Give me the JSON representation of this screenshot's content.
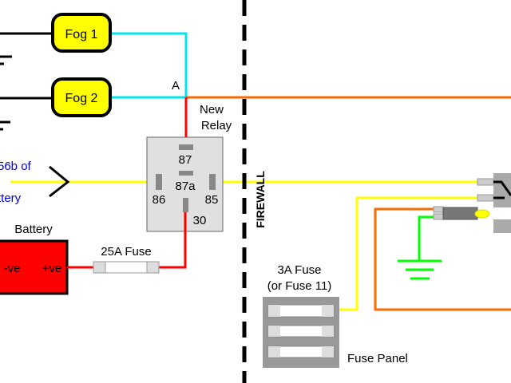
{
  "fog_lights": {
    "fog1": "Fog 1",
    "fog2": "Fog 2"
  },
  "junction_label": "A",
  "relay": {
    "title_line1": "New",
    "title_line2": "Relay",
    "pin87": "87",
    "pin87a": "87a",
    "pin86": "86",
    "pin85": "85",
    "pin30": "30"
  },
  "switch_feed": {
    "line1": "56b of",
    "line2": "ttery"
  },
  "battery": {
    "title": "Battery",
    "neg": "-ve",
    "pos": "+ve"
  },
  "main_fuse": "25A Fuse",
  "firewall": "FIREWALL",
  "fuse_panel": {
    "fuse_line1": "3A Fuse",
    "fuse_line2": "(or Fuse 11)",
    "label": "Fuse Panel"
  },
  "colors": {
    "fog_feed": "#00e5ee",
    "headlight_feed": "#ff6a00",
    "relay_power": "#ff0000",
    "signal": "#ffff00",
    "ground": "#00ff00",
    "battery": "#ff0000",
    "fog_light": "#ffff00"
  }
}
